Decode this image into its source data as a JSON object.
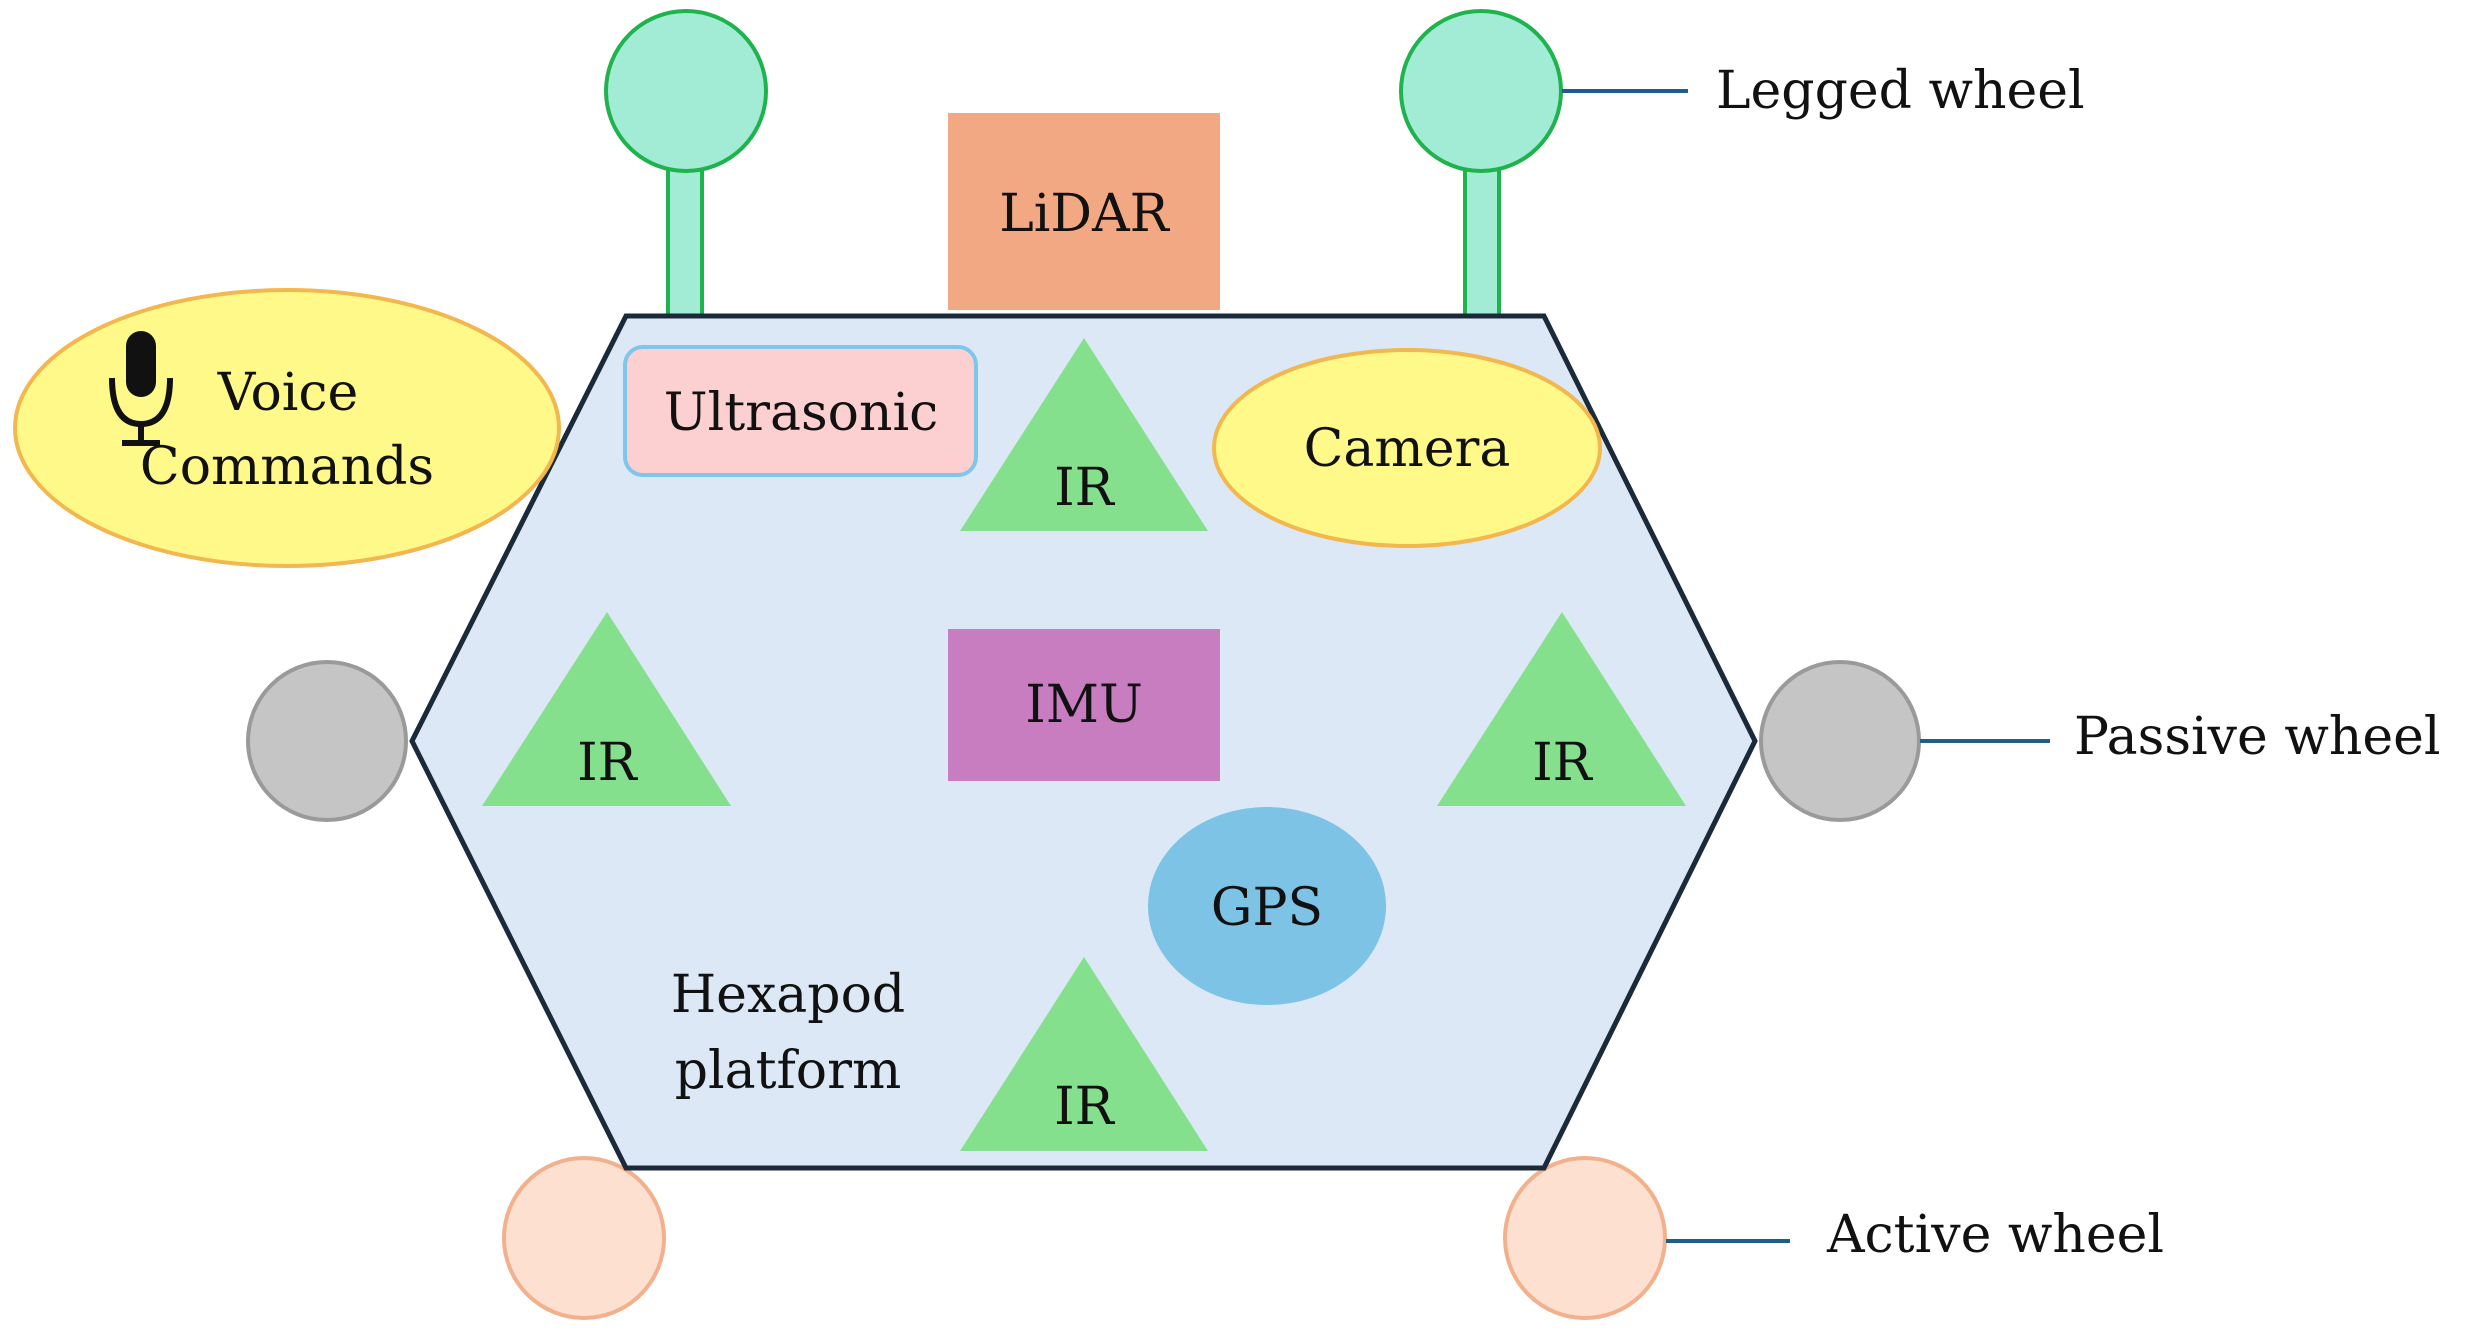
{
  "colors": {
    "platform_fill": "#dce8f5",
    "platform_stroke": "#1a2a3a",
    "legged_wheel_fill": "#a2ebd5",
    "legged_wheel_stroke": "#1fb34e",
    "lidar_fill": "#f2a983",
    "ultrasonic_fill": "#fcd0d0",
    "ultrasonic_stroke": "#7ec6ec",
    "ir_fill": "#85e08e",
    "camera_fill": "#fff98a",
    "camera_stroke": "#f2b74e",
    "imu_fill": "#c77dbf",
    "gps_fill": "#7cc3e6",
    "passive_wheel_fill": "#c5c5c5",
    "passive_wheel_stroke": "#9a9a9a",
    "active_wheel_fill": "#fde0d0",
    "active_wheel_stroke": "#f2b08c",
    "leader_line": "#1e5f8a"
  },
  "icons": {
    "voice": "microphone-icon"
  },
  "components": {
    "lidar": "LiDAR",
    "ultrasonic": "Ultrasonic",
    "camera": "Camera",
    "imu": "IMU",
    "gps": "GPS",
    "ir": [
      "IR",
      "IR",
      "IR",
      "IR"
    ],
    "voice_commands": [
      "Voice",
      "Commands"
    ],
    "platform": [
      "Hexapod",
      "platform"
    ]
  },
  "legend": {
    "legged_wheel": "Legged wheel",
    "passive_wheel": "Passive wheel",
    "active_wheel": "Active wheel"
  }
}
